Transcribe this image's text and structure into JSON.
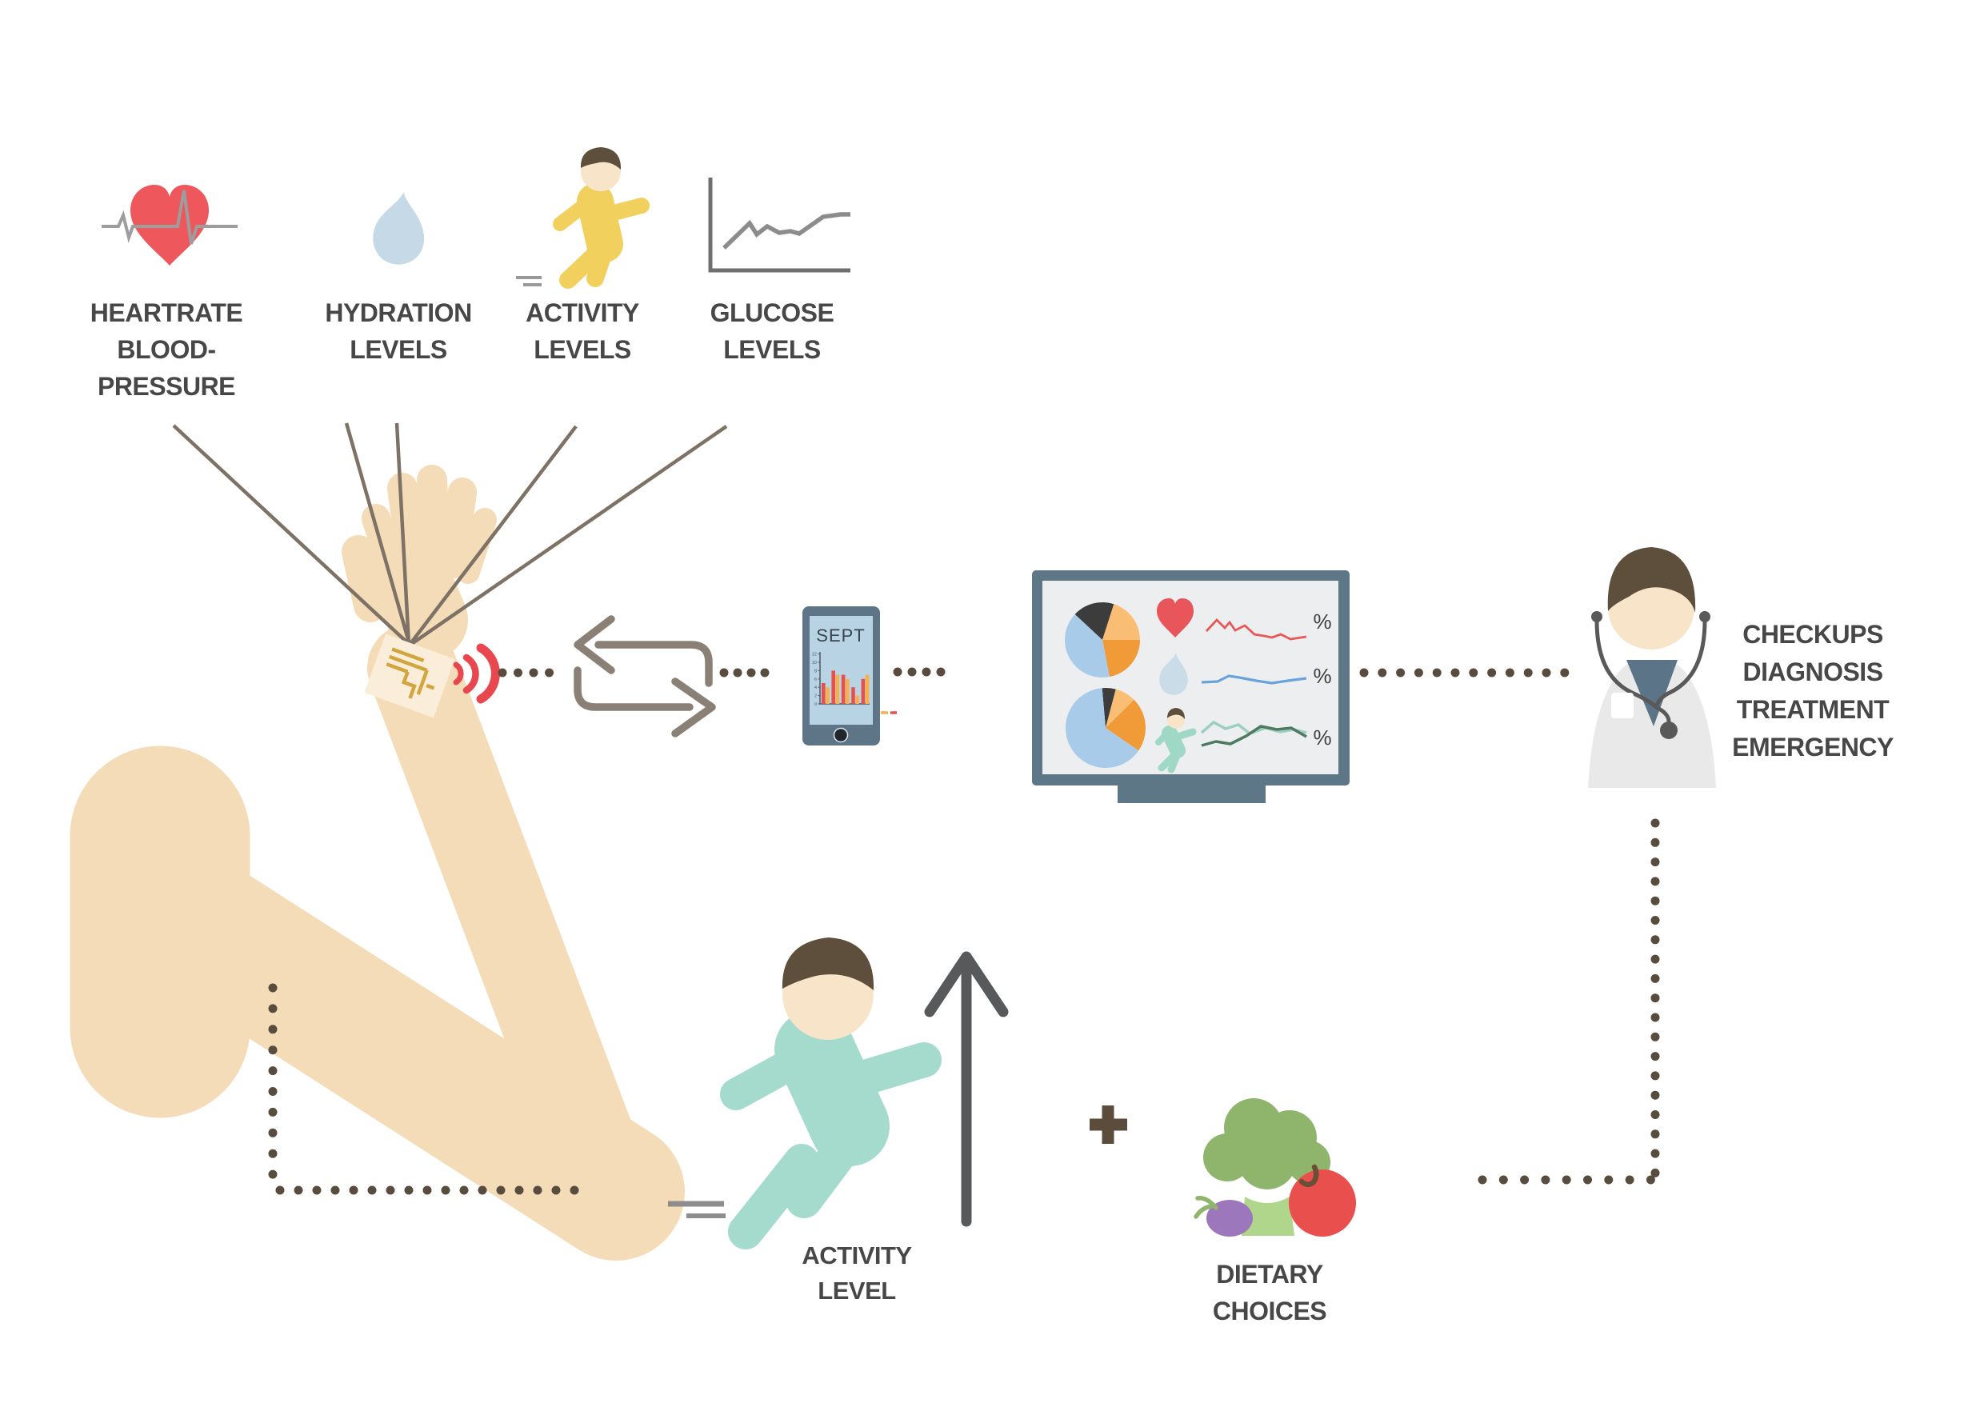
{
  "sensor_metrics": {
    "labels": [
      {
        "icon": "heart-ekg-icon",
        "text": "HEARTRATE\nBLOOD-\nPRESSURE"
      },
      {
        "icon": "water-drop-icon",
        "text": "HYDRATION\nLEVELS"
      },
      {
        "icon": "running-baby-icon",
        "text": "ACTIVITY\nLEVELS"
      },
      {
        "icon": "line-chart-icon",
        "text": "GLUCOSE\nLEVELS"
      }
    ]
  },
  "phone": {
    "month_label": "SEPT"
  },
  "monitor": {
    "rows": [
      {
        "icon": "heart-icon",
        "percent_label": "%"
      },
      {
        "icon": "water-drop-icon",
        "percent_label": "%"
      },
      {
        "icon": "running-baby-icon",
        "percent_label": "%"
      }
    ]
  },
  "doctor": {
    "outcomes_label": "CHECKUPS\nDIAGNOSIS\nTREATMENT\nEMERGENCY"
  },
  "feedback": {
    "activity_label": "ACTIVITY\nLEVEL",
    "plus_sign": "+",
    "dietary_label": "DIETARY\nCHOICES"
  },
  "palette": {
    "skin": "#F5DCB8",
    "face": "#F8E4C8",
    "hair_brown": "#5E4E3C",
    "red": "#E8504F",
    "orange": "#F7B04C",
    "yellow": "#F2D05E",
    "teal": "#A5DBCC",
    "light_blue": "#C5D9E6",
    "device_frame": "#5D7587",
    "phone_screen": "#B7D3E4",
    "monitor_screen": "#EDEEF0",
    "line_gray": "#8C8C8C",
    "connector_brown": "#7D7265",
    "dot_brown": "#584C3E",
    "sync_gray": "#8B8076",
    "label_gray": "#474747",
    "plus_brown": "#5B4C3B",
    "broccoli": "#8FB56C",
    "stalk": "#AFD68A",
    "turnip_purple": "#9D77BC",
    "tomato": "#E94F4D"
  },
  "chart_data": [
    {
      "id": "phone-monthly-bars",
      "type": "bar",
      "title": "SEPT",
      "categories": [
        "",
        "",
        "",
        "",
        ""
      ],
      "series": [
        {
          "name": "series-red",
          "color": "#E8504F",
          "values": [
            5,
            8,
            7,
            4,
            6
          ]
        },
        {
          "name": "series-orange",
          "color": "#F7B04C",
          "values": [
            4,
            7,
            6,
            2,
            7
          ]
        }
      ],
      "ylim": [
        0,
        12
      ],
      "yticks": [
        0,
        2,
        4,
        6,
        8,
        10,
        12
      ],
      "grid": false,
      "legend": "dash swatches right of phone"
    },
    {
      "id": "monitor-pie-top",
      "type": "pie",
      "start_bearing": -47,
      "slices": [
        {
          "color": "#3C3C3C",
          "value": 18
        },
        {
          "color": "#F9BE74",
          "value": 20
        },
        {
          "color": "#F09A38",
          "value": 22
        },
        {
          "color": "#A9CBEA",
          "value": 40
        }
      ]
    },
    {
      "id": "monitor-pie-bottom",
      "type": "pie",
      "start_bearing": -5,
      "slices": [
        {
          "color": "#3C3C3C",
          "value": 5.5
        },
        {
          "color": "#F9BE74",
          "value": 8.5
        },
        {
          "color": "#F09A38",
          "value": 22
        },
        {
          "color": "#A9CBEA",
          "value": 64
        }
      ]
    }
  ]
}
